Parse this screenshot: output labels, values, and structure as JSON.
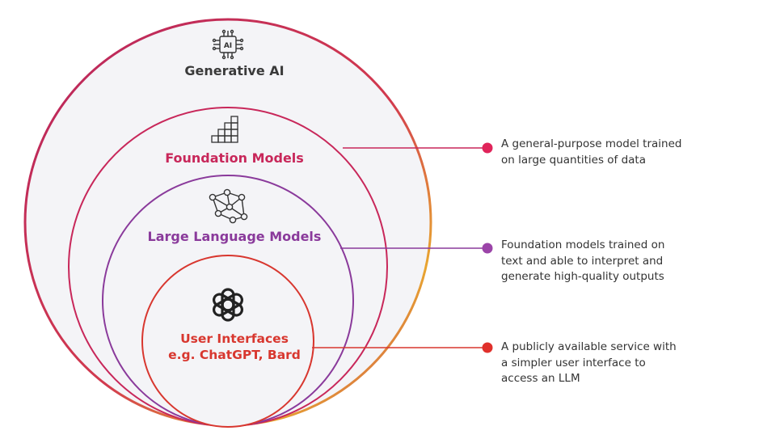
{
  "colors": {
    "generative": "#c22a5c",
    "foundation": "#c8275a",
    "llm": "#8a3a9b",
    "ui": "#d8372f",
    "fill": "#f4f4f7",
    "text": "#3a3a3a"
  },
  "layers": {
    "generative": {
      "title": "Generative AI",
      "icon": "ai-chip-icon",
      "icon_text": "AI"
    },
    "foundation": {
      "title": "Foundation Models",
      "icon": "bar-stack-icon"
    },
    "llm": {
      "title": "Large Language Models",
      "icon": "network-graph-icon"
    },
    "ui": {
      "title_line1": "User Interfaces",
      "title_line2": "e.g. ChatGPT, Bard",
      "icon": "openai-logo-icon"
    }
  },
  "descriptions": [
    {
      "layer": "foundation",
      "lines": [
        "A general-purpose model trained",
        "on large quantities of data"
      ]
    },
    {
      "layer": "llm",
      "lines": [
        "Foundation models trained on",
        "text and able to interpret and",
        "generate high-quality outputs"
      ]
    },
    {
      "layer": "ui",
      "lines": [
        "A publicly available service with",
        "a simpler user interface to",
        "access an LLM"
      ]
    }
  ]
}
